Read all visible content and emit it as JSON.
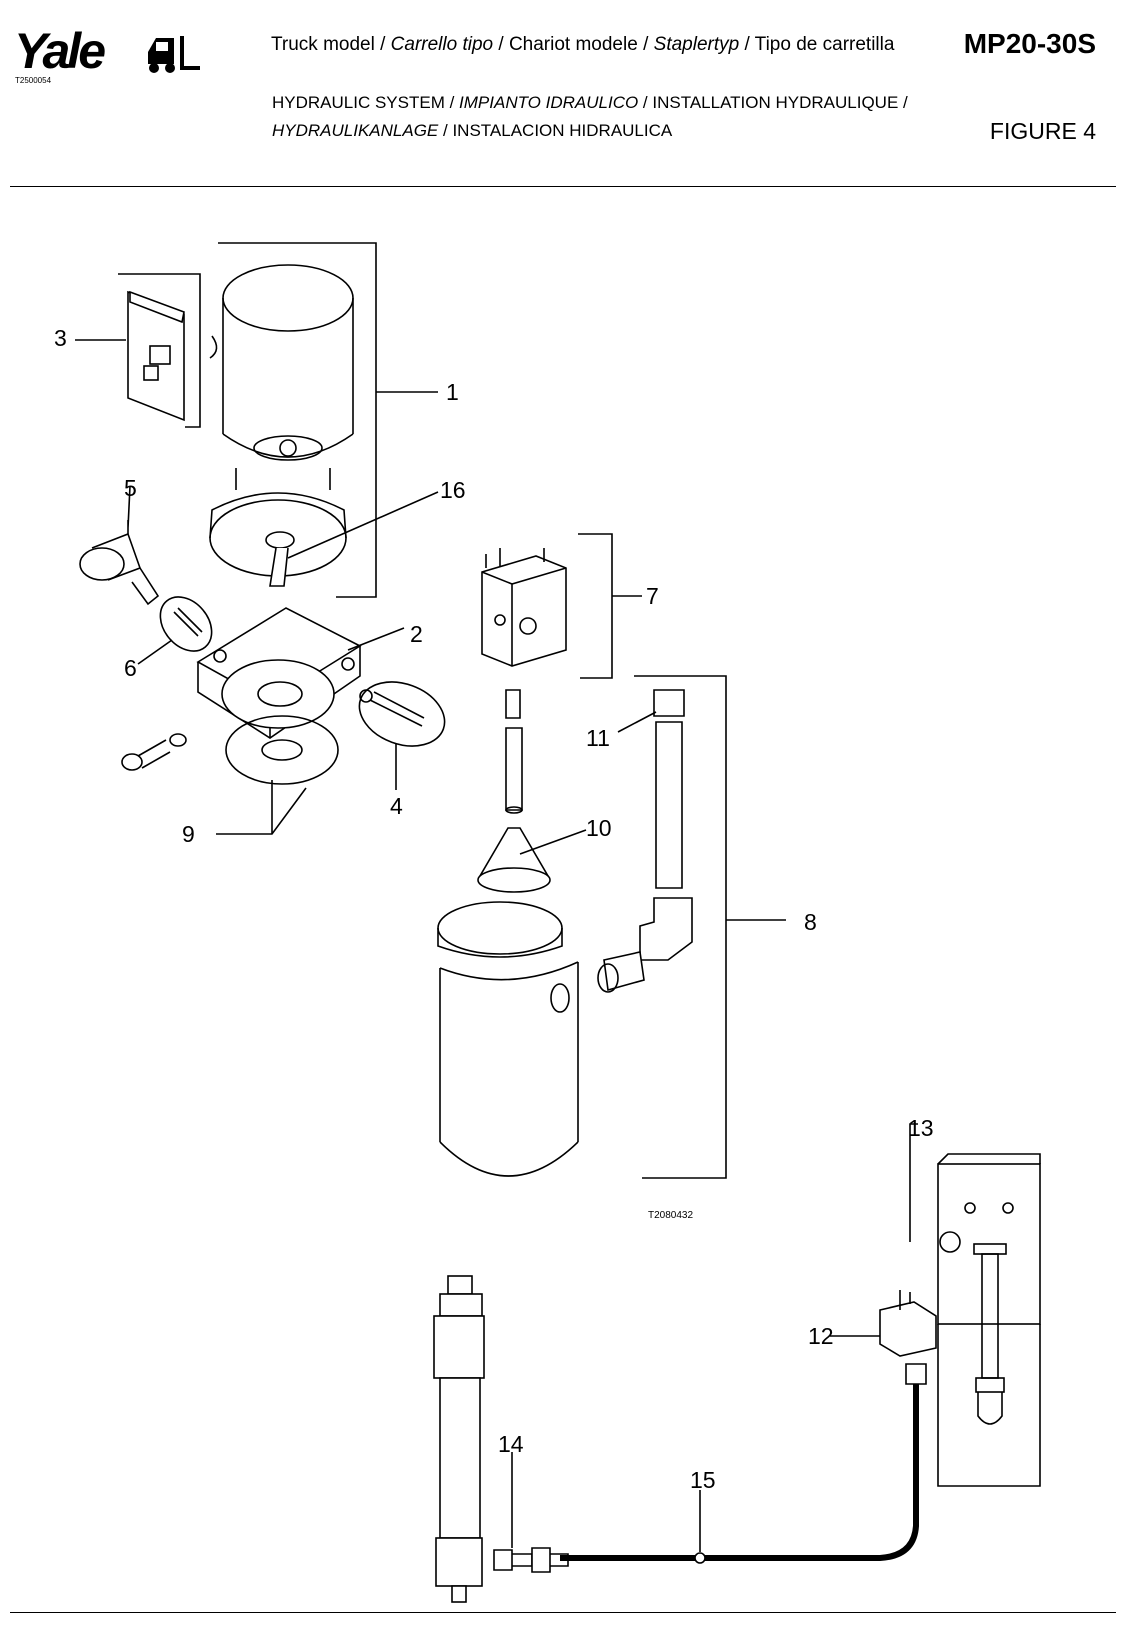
{
  "header": {
    "logo_text": "Yale",
    "logo_code": "T2500054",
    "model_parts": [
      "Truck model / ",
      "Carrello tipo",
      " / Chariot modele / ",
      "Staplertyp",
      " / Tipo de carretilla"
    ],
    "model_code": "MP20-30S",
    "system_line1_parts": [
      "HYDRAULIC SYSTEM / ",
      "IMPIANTO IDRAULICO",
      " / INSTALLATION HYDRAULIQUE /"
    ],
    "system_line2_parts": [
      "HYDRAULIKANLAGE",
      " / INSTALACION HIDRAULICA"
    ],
    "figure_label": "FIGURE 4"
  },
  "diagram": {
    "drawing_code": "T2080432",
    "callouts": [
      "1",
      "2",
      "3",
      "4",
      "5",
      "6",
      "7",
      "8",
      "9",
      "10",
      "11",
      "12",
      "13",
      "14",
      "15",
      "16"
    ]
  },
  "colors": {
    "line": "#000000",
    "background": "#ffffff"
  }
}
